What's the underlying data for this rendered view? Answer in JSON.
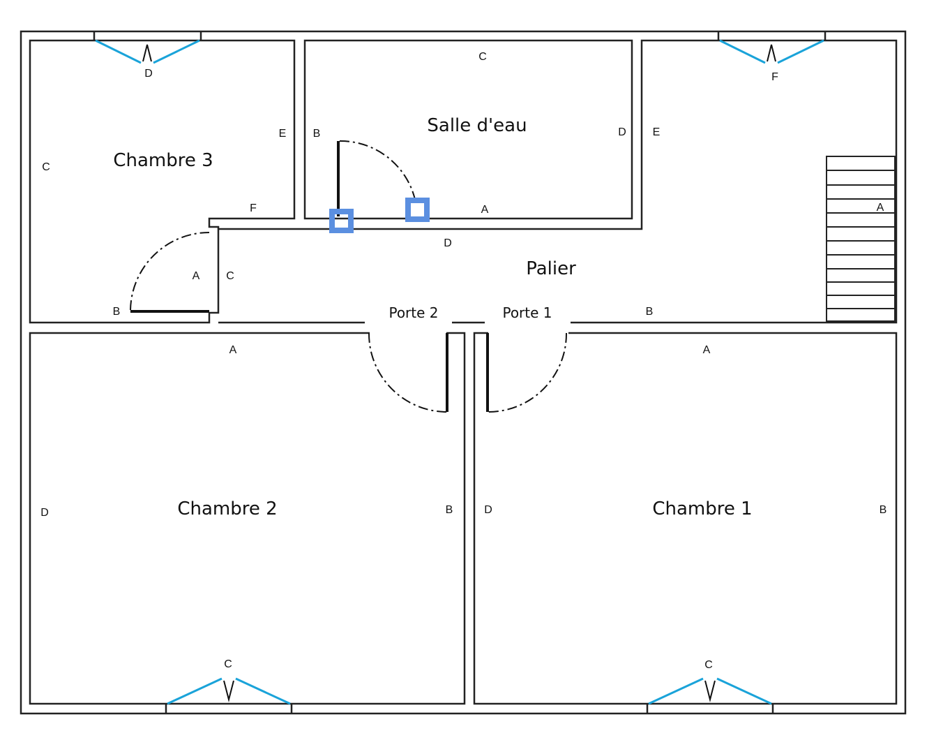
{
  "rooms": {
    "chambre3": "Chambre 3",
    "salle_eau": "Salle d'eau",
    "palier": "Palier",
    "chambre2": "Chambre 2",
    "chambre1": "Chambre 1"
  },
  "doors": {
    "porte1": "Porte 1",
    "porte2": "Porte 2"
  },
  "wall_labels": {
    "c3_d": "D",
    "c3_c": "C",
    "c3_e": "E",
    "c3_f": "F",
    "c3_a": "A",
    "c3_b": "B",
    "pal_c": "C",
    "se_c": "C",
    "se_b": "B",
    "se_d": "D",
    "se_a": "A",
    "pal_d": "D",
    "pal_e": "E",
    "pal_f": "F",
    "stairs_a": "A",
    "pal_b": "B",
    "c2_a": "A",
    "c2_d": "D",
    "c2_b": "B",
    "c2_c": "C",
    "c1_a": "A",
    "c1_d": "D",
    "c1_b": "B",
    "c1_c": "C"
  },
  "colors": {
    "window": "#1aa3d9",
    "vent": "#5b8fe0",
    "wall": "#222222"
  }
}
